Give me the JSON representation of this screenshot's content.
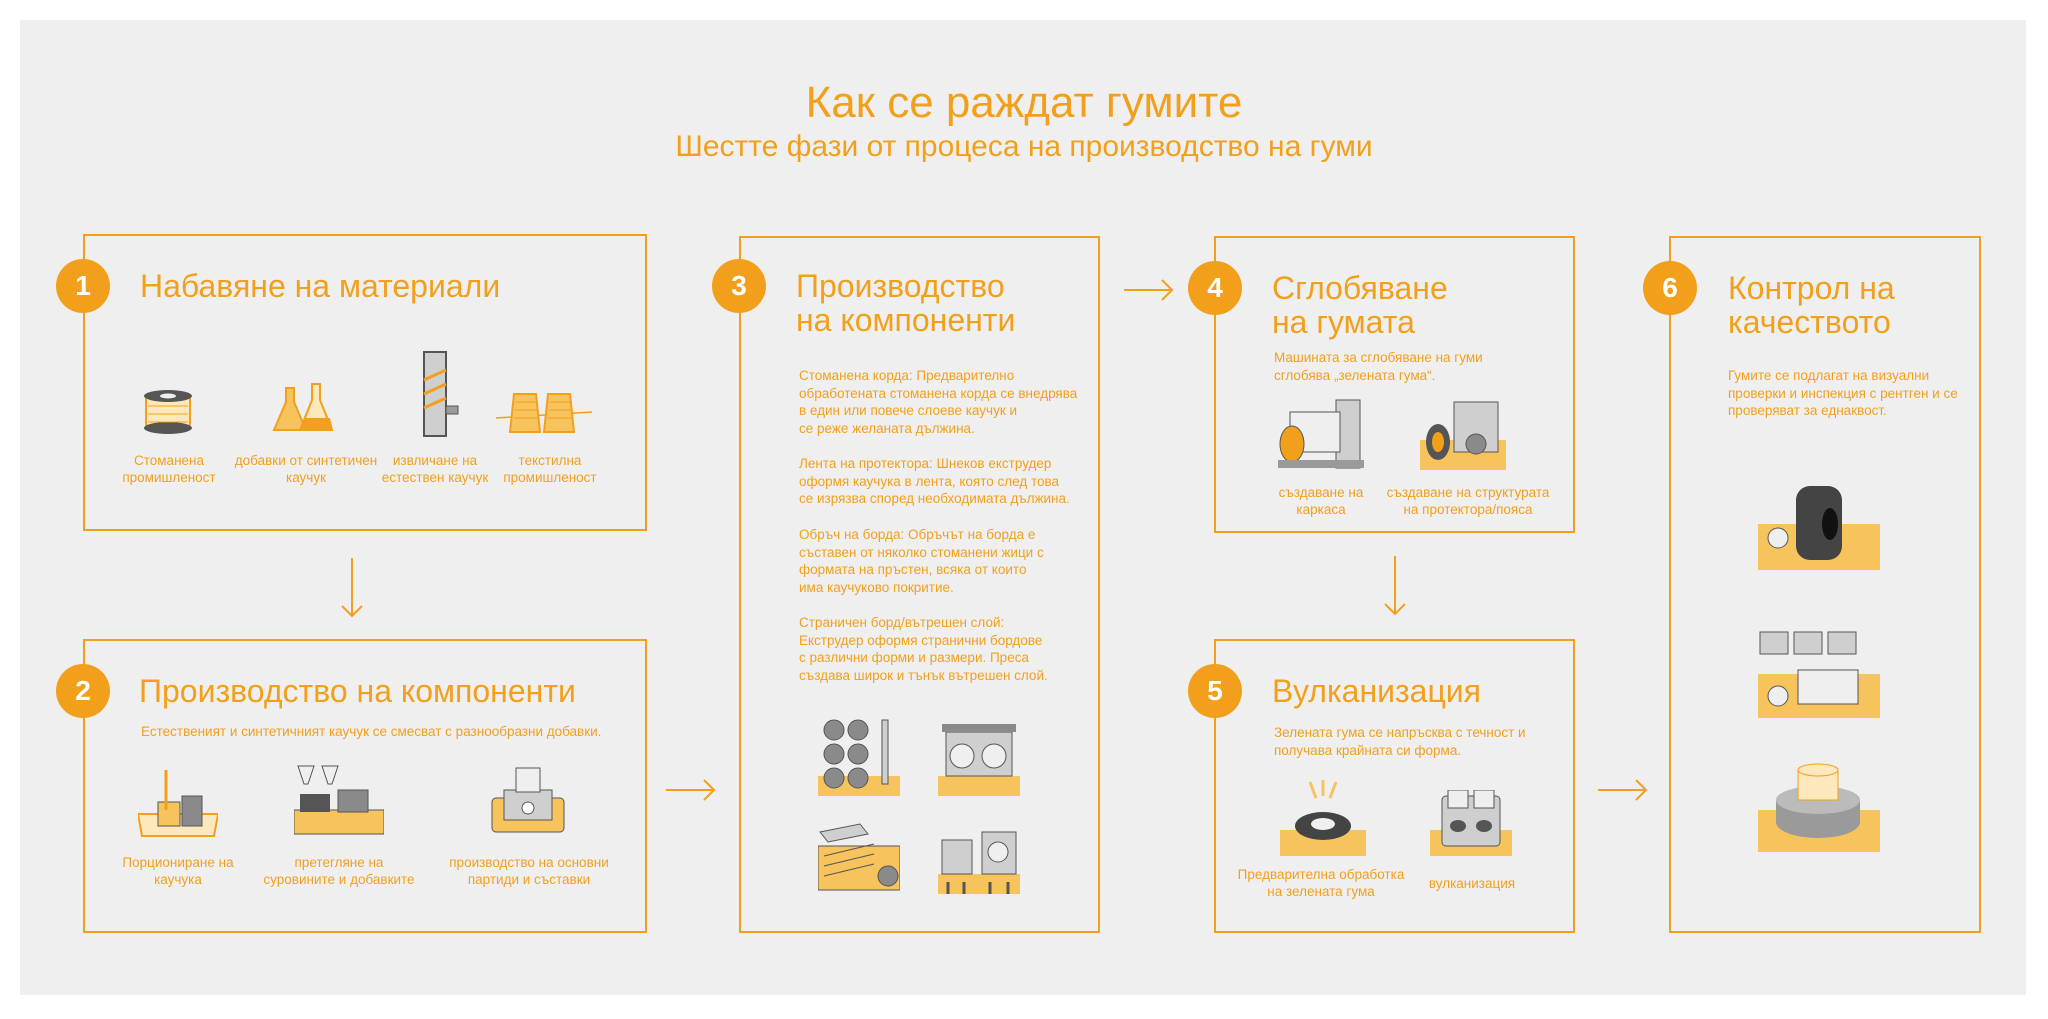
{
  "title": "Как се раждат гумите",
  "subtitle": "Шестте фази от процеса на производство на гуми",
  "colors": {
    "accent": "#f2a01c",
    "background": "#efefef",
    "pale": "#fde8bd",
    "grey": "#9a9a9a"
  },
  "stages": [
    {
      "number": "1",
      "title": "Набавяне на материали",
      "items": [
        {
          "icon": "steel-spool-icon",
          "label": "Стоманена\nпромишленост"
        },
        {
          "icon": "chemical-flasks-icon",
          "label": "добавки от синтетичен\nкаучук"
        },
        {
          "icon": "rubber-tree-tap-icon",
          "label": "извличане на\nестествен каучук"
        },
        {
          "icon": "textile-spools-icon",
          "label": "текстилна\nпромишленост"
        }
      ]
    },
    {
      "number": "2",
      "title": "Производство на компоненти",
      "description": "Естественият и синтетичният каучук се смесват с разнообразни добавки.",
      "items": [
        {
          "icon": "portioning-icon",
          "label": "Порциониране на\nкаучука"
        },
        {
          "icon": "weighing-hoppers-icon",
          "label": "претегляне на\nсуровините и добавките"
        },
        {
          "icon": "mixer-machine-icon",
          "label": "производство на основни\nпартиди и съставки"
        }
      ]
    },
    {
      "number": "3",
      "title": "Производство\nна компоненти",
      "paragraphs": [
        "Стоманена корда: Предварително\nобработената стоманена корда се внедрява\nв един или повече слоеве каучук и\nсе реже желаната дължина.",
        "Лента на протектора: Шнеков екструдер\nоформя каучука в лента, която след това\nсе изрязва според необходимата дължина.",
        "Обръч на борда: Обръчът на борда е\nсъставен от няколко стоманени жици с\nформата на пръстен, всяка от които\nима каучуково покритие.",
        "Страничен борд/вътрешен слой:\nЕкструдер оформя странични бордове\nс различни форми и размери. Преса\nсъздава широк и тънък вътрешен слой."
      ],
      "icons": [
        "steel-cord-reels-icon",
        "calender-rollers-icon",
        "tread-extruder-icon",
        "bead-wire-machine-icon"
      ]
    },
    {
      "number": "4",
      "title": "Сглобяване\nна гумата",
      "description": "Машината за сглобяване на гуми\nсглобява „зелената гума“.",
      "items": [
        {
          "icon": "carcass-drum-icon",
          "label": "създаване на\nкаркаса"
        },
        {
          "icon": "belt-tread-machine-icon",
          "label": "създаване на структурата\nна протектора/пояса"
        }
      ]
    },
    {
      "number": "5",
      "title": "Вулканизация",
      "description": "Зелената гума се напръсква с течност и\nполучава крайната си форма.",
      "items": [
        {
          "icon": "green-tire-spray-icon",
          "label": "Предварителна обработка\nна зелената гума"
        },
        {
          "icon": "vulcanization-press-icon",
          "label": "вулканизация"
        }
      ]
    },
    {
      "number": "6",
      "title": "Контрол на\nкачеството",
      "description": "Гумите се подлагат на визуални\nпроверки и инспекция с рентген и се\nпроверяват за еднаквост.",
      "icons": [
        "visual-inspection-icon",
        "xray-inspection-icon",
        "uniformity-test-icon"
      ]
    }
  ]
}
